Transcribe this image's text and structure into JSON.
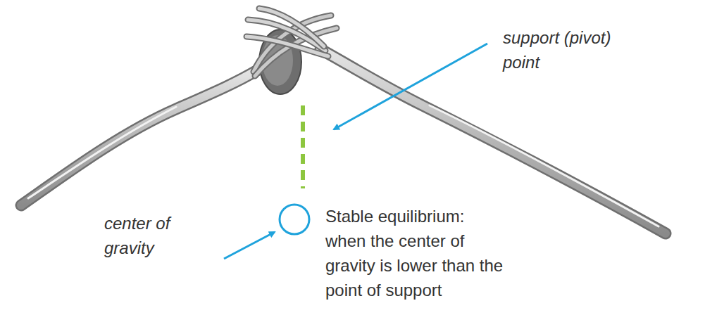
{
  "diagram": {
    "labels": [
      "support (pivot) point",
      "center of gravity",
      "Stable equilibrium: when the center of gravity is lower than the point of support"
    ]
  }
}
